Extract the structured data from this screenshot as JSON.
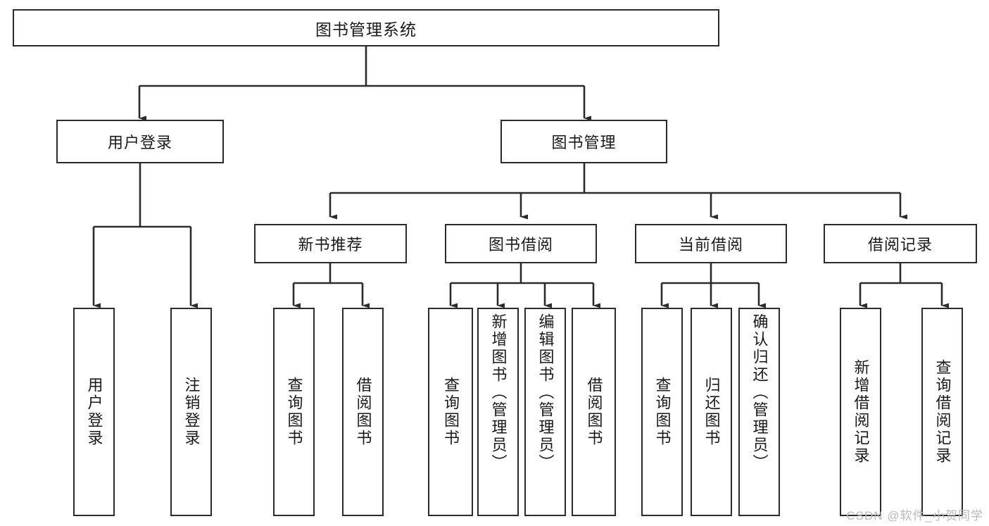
{
  "diagram": {
    "title": "图书管理系统",
    "type": "tree",
    "colors": {
      "box_border": "#2b2b2b",
      "box_fill": "#ffffff",
      "line": "#2b2b2b",
      "text": "#1a1a1a",
      "watermark": "#b9b9b9"
    },
    "root": {
      "label": "图书管理系统"
    },
    "level2": [
      {
        "label": "用户登录"
      },
      {
        "label": "图书管理"
      }
    ],
    "level3": [
      {
        "label": "新书推荐"
      },
      {
        "label": "图书借阅"
      },
      {
        "label": "当前借阅"
      },
      {
        "label": "借阅记录"
      }
    ],
    "leaves": {
      "user_login": [
        {
          "label": "用户登录"
        },
        {
          "label": "注销登录"
        }
      ],
      "new_book": [
        {
          "label": "查询图书"
        },
        {
          "label": "借阅图书"
        }
      ],
      "book_borrow": [
        {
          "label": "查询图书"
        },
        {
          "label": "新增图书（管理员）"
        },
        {
          "label": "编辑图书（管理员）"
        },
        {
          "label": "借阅图书"
        }
      ],
      "current_borrow": [
        {
          "label": "查询图书"
        },
        {
          "label": "归还图书"
        },
        {
          "label": "确认归还（管理员）"
        }
      ],
      "borrow_record": [
        {
          "label": "新增借阅记录"
        },
        {
          "label": "查询借阅记录"
        }
      ]
    }
  },
  "watermark": {
    "text": "CSDN @软件_小贺同学"
  }
}
